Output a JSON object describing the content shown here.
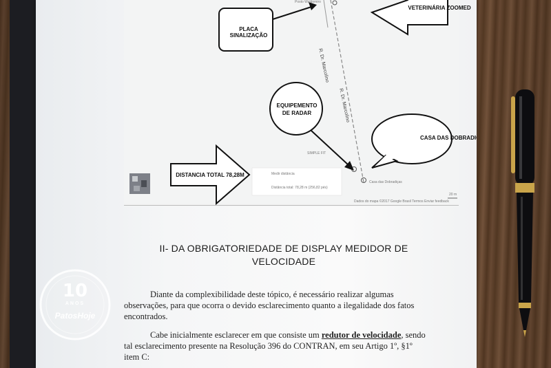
{
  "map": {
    "top_label": "Posto Waldomiro",
    "placa_label": "PLACA SINALIZAÇÃO",
    "veterinaria_label": "VETERINÁRIA ZOOMED",
    "radar_label_line1": "EQUIPEMENTO",
    "radar_label_line2": "DE RADAR",
    "casa_label": "CASA DAS DOBRADIÇAS",
    "distancia_label": "DISTANCIA TOTAL 78,28M",
    "street_1": "R. Dr. Marcolino",
    "street_2": "R. Dr. Marcolino",
    "simple_fit": "SIMPLE FIT",
    "medir": "Medir distância",
    "distancia_total": "Distância total: 78,28 m (256,82 pés)",
    "casa_map": "Casa das Dobradiças",
    "footer": "Dados do mapa ©2017 Google   Brasil   Termos   Enviar feedback",
    "scale": "20 m"
  },
  "section": {
    "title_line1": "II- DA OBRIGATORIEDADE DE DISPLAY MEDIDOR DE",
    "title_line2": "VELOCIDADE"
  },
  "paragraphs": {
    "p1_line1": "Diante da complexibilidade deste tópico, é necessário realizar algumas",
    "p1_line2": "observações, para que ocorra o devido esclarecimento quanto a ilegalidade dos fatos",
    "p1_line3": "encontrados.",
    "p2_line1_a": "Cabe inicialmente esclarecer em que consiste um ",
    "p2_line1_bold": "redutor de velocidade",
    "p2_line1_b": ", sendo",
    "p2_line2": "tal esclarecimento presente na Resolução 396 do CONTRAN, em seu Artigo 1º, §1º",
    "p2_line3": "item C:"
  },
  "watermark": {
    "number": "10",
    "subtitle": "ANOS",
    "brand": "PatosHoje"
  },
  "colors": {
    "paper": "#f7f7f7",
    "wood": "#6b4a30",
    "binder": "#1c1d22",
    "pen_body": "#0d0d10",
    "pen_gold": "#c9a44a"
  }
}
